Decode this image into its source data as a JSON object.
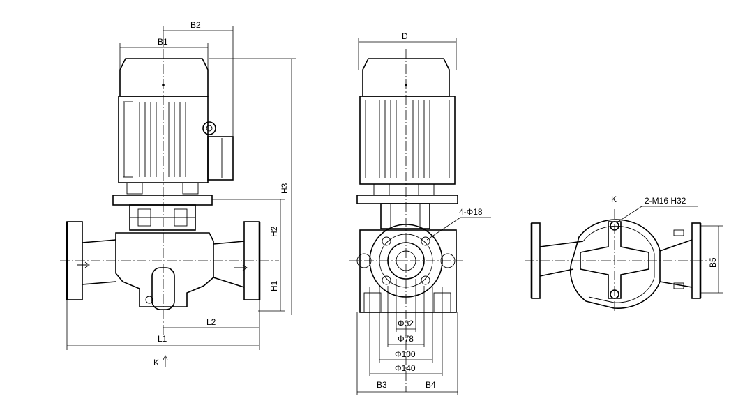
{
  "labels": {
    "b2": "B2",
    "b1": "B1",
    "h3": "H3",
    "h2": "H2",
    "h1": "H1",
    "l2": "L2",
    "l1": "L1",
    "k_front": "K",
    "d": "D",
    "holes": "4-Φ18",
    "phi32": "Φ32",
    "phi78": "Φ78",
    "phi100": "Φ100",
    "phi140": "Φ140",
    "b3": "B3",
    "b4": "B4",
    "k_top": "K",
    "bolts": "2-M16 H32",
    "b5": "B5"
  }
}
